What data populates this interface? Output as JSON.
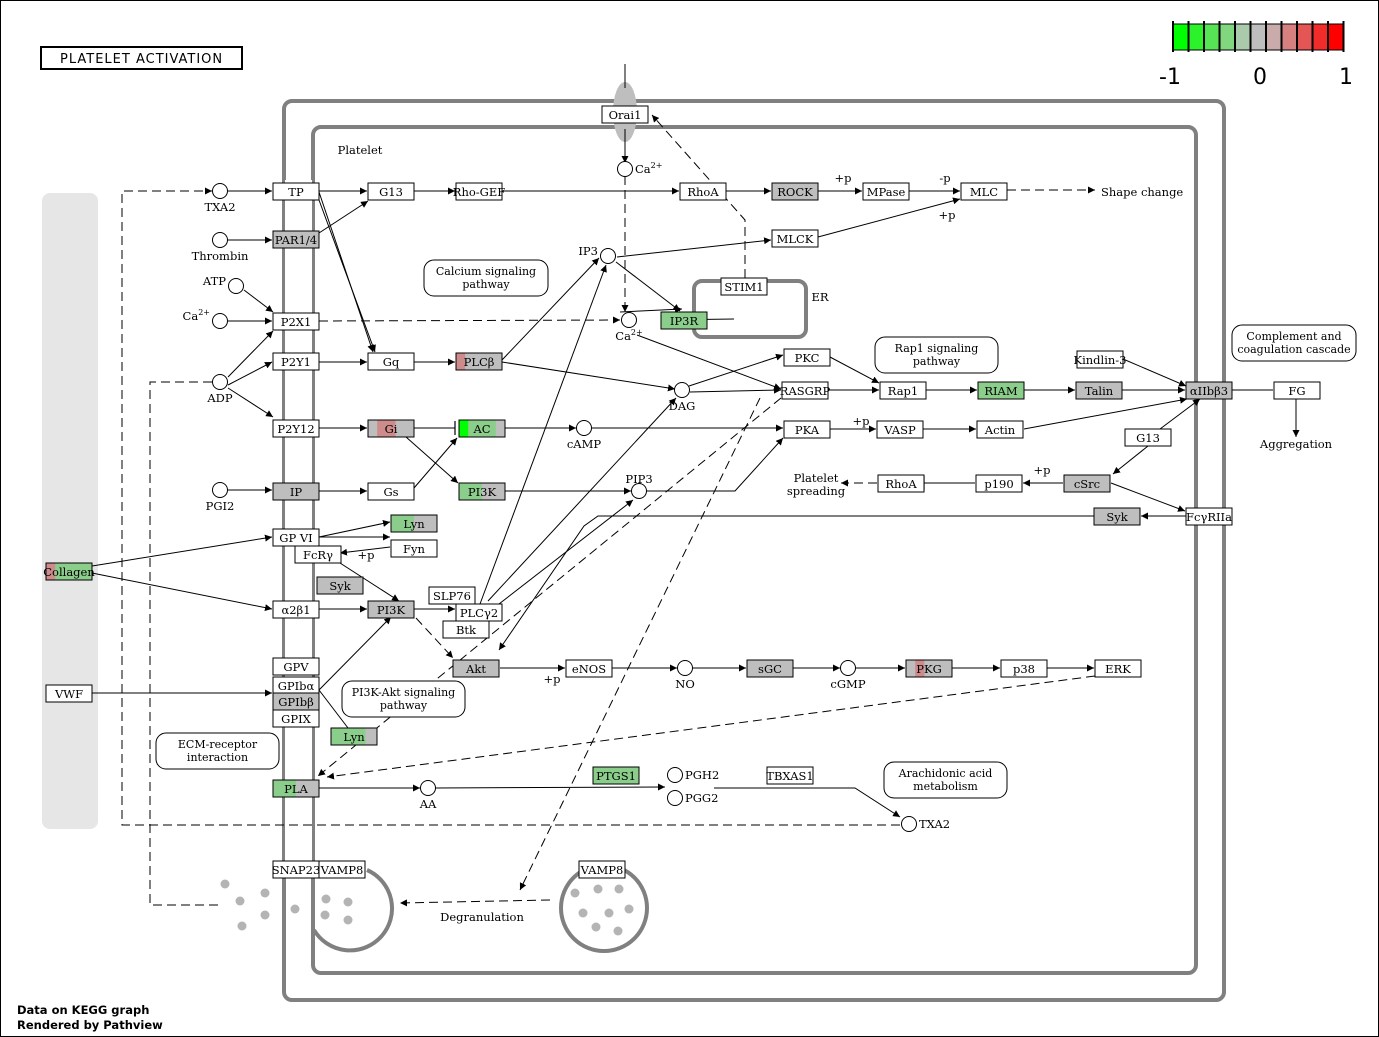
{
  "title": "PLATELET ACTIVATION",
  "colors": {
    "up": "#ff0000",
    "down": "#00ff00",
    "sig_up": "#cd8b8b",
    "sig_down": "#8bcd8b",
    "neutral": "#bebebe",
    "node_grey": "#bebebe",
    "membrane": "#808080",
    "extracell": "#e6e6e6"
  },
  "legend": {
    "min": "-1",
    "mid": "0",
    "max": "1",
    "bins": [
      "#00ff00",
      "#2bf22b",
      "#56e456",
      "#80d780",
      "#abcaab",
      "#bebebe",
      "#caabab",
      "#d78080",
      "#e45656",
      "#f22b2b",
      "#ff0000"
    ]
  },
  "compartments": {
    "cell": "Platelet",
    "er": "ER"
  },
  "genes": [
    {
      "id": "TP",
      "label": "TP",
      "colors": [
        "#ffffff"
      ]
    },
    {
      "id": "G13a",
      "label": "G13",
      "colors": [
        "#ffffff"
      ]
    },
    {
      "id": "RhoGEF",
      "label": "Rho-GEF",
      "colors": [
        "#ffffff"
      ]
    },
    {
      "id": "RhoA1",
      "label": "RhoA",
      "colors": [
        "#ffffff"
      ]
    },
    {
      "id": "ROCK",
      "label": "ROCK",
      "colors": [
        "#bebebe"
      ]
    },
    {
      "id": "MPase",
      "label": "MPase",
      "colors": [
        "#ffffff"
      ]
    },
    {
      "id": "MLC",
      "label": "MLC",
      "colors": [
        "#ffffff"
      ]
    },
    {
      "id": "PAR14",
      "label": "PAR1/4",
      "colors": [
        "#bebebe"
      ]
    },
    {
      "id": "MLCK",
      "label": "MLCK",
      "colors": [
        "#ffffff"
      ]
    },
    {
      "id": "Orai1",
      "label": "Orai1",
      "colors": [
        "#ffffff"
      ]
    },
    {
      "id": "STIM1",
      "label": "STIM1",
      "colors": [
        "#ffffff"
      ]
    },
    {
      "id": "IP3R",
      "label": "IP3R",
      "colors": [
        "#8bcd8b"
      ]
    },
    {
      "id": "P2X1",
      "label": "P2X1",
      "colors": [
        "#ffffff"
      ]
    },
    {
      "id": "P2Y1",
      "label": "P2Y1",
      "colors": [
        "#ffffff"
      ]
    },
    {
      "id": "Gq",
      "label": "Gq",
      "colors": [
        "#ffffff"
      ]
    },
    {
      "id": "PLCb",
      "label": "PLCβ",
      "colors": [
        "#cd8b8b",
        "#bebebe",
        "#bebebe",
        "#bebebe",
        "#bebebe"
      ]
    },
    {
      "id": "PKC",
      "label": "PKC",
      "colors": [
        "#ffffff"
      ]
    },
    {
      "id": "RASGRP",
      "label": "RASGRP",
      "colors": [
        "#ffffff"
      ]
    },
    {
      "id": "Rap1",
      "label": "Rap1",
      "colors": [
        "#ffffff"
      ]
    },
    {
      "id": "RIAM",
      "label": "RIAM",
      "colors": [
        "#8bcd8b"
      ]
    },
    {
      "id": "Talin",
      "label": "Talin",
      "colors": [
        "#bebebe"
      ]
    },
    {
      "id": "Kindlin3",
      "label": "Kindlin-3",
      "colors": [
        "#ffffff"
      ]
    },
    {
      "id": "aIIbb3",
      "label": "αIIbβ3",
      "colors": [
        "#bebebe"
      ]
    },
    {
      "id": "FG",
      "label": "FG",
      "colors": [
        "#ffffff"
      ]
    },
    {
      "id": "P2Y12",
      "label": "P2Y12",
      "colors": [
        "#ffffff"
      ]
    },
    {
      "id": "Gi",
      "label": "Gi",
      "colors": [
        "#bebebe",
        "#cd8b8b",
        "#cd8b8b",
        "#bebebe",
        "#bebebe"
      ]
    },
    {
      "id": "AC",
      "label": "AC",
      "colors": [
        "#00ff00",
        "#8bcd8b",
        "#8bcd8b",
        "#8bcd8b",
        "#bebebe"
      ]
    },
    {
      "id": "PKA",
      "label": "PKA",
      "colors": [
        "#ffffff"
      ]
    },
    {
      "id": "VASP",
      "label": "VASP",
      "colors": [
        "#ffffff"
      ]
    },
    {
      "id": "Actin",
      "label": "Actin",
      "colors": [
        "#ffffff"
      ]
    },
    {
      "id": "G13b",
      "label": "G13",
      "colors": [
        "#ffffff"
      ]
    },
    {
      "id": "IP",
      "label": "IP",
      "colors": [
        "#bebebe"
      ]
    },
    {
      "id": "Gs",
      "label": "Gs",
      "colors": [
        "#ffffff"
      ]
    },
    {
      "id": "PI3Ka",
      "label": "PI3K",
      "colors": [
        "#8bcd8b",
        "#bebebe"
      ]
    },
    {
      "id": "RhoA2",
      "label": "RhoA",
      "colors": [
        "#ffffff"
      ]
    },
    {
      "id": "p190",
      "label": "p190",
      "colors": [
        "#ffffff"
      ]
    },
    {
      "id": "cSrc",
      "label": "cSrc",
      "colors": [
        "#bebebe"
      ]
    },
    {
      "id": "GPVI",
      "label": "GP VI",
      "colors": [
        "#ffffff"
      ]
    },
    {
      "id": "Lyn1",
      "label": "Lyn",
      "colors": [
        "#8bcd8b",
        "#bebebe"
      ]
    },
    {
      "id": "Fyn",
      "label": "Fyn",
      "colors": [
        "#ffffff"
      ]
    },
    {
      "id": "FcRg",
      "label": "FcRγ",
      "colors": [
        "#ffffff"
      ]
    },
    {
      "id": "Syk1",
      "label": "Syk",
      "colors": [
        "#bebebe"
      ]
    },
    {
      "id": "Syk2",
      "label": "Syk",
      "colors": [
        "#bebebe"
      ]
    },
    {
      "id": "FcgRIIa",
      "label": "FcγRIIa",
      "colors": [
        "#ffffff"
      ]
    },
    {
      "id": "Collagen",
      "label": "Collagen",
      "colors": [
        "#cd8b8b",
        "#8bcd8b",
        "#8bcd8b",
        "#8bcd8b",
        "#8bcd8b"
      ]
    },
    {
      "id": "a2b1",
      "label": "α2β1",
      "colors": [
        "#ffffff"
      ]
    },
    {
      "id": "PI3Kb",
      "label": "PI3K",
      "colors": [
        "#bebebe"
      ]
    },
    {
      "id": "SLP76",
      "label": "SLP76",
      "colors": [
        "#ffffff"
      ]
    },
    {
      "id": "PLCg2",
      "label": "PLCγ2",
      "colors": [
        "#ffffff"
      ]
    },
    {
      "id": "Btk",
      "label": "Btk",
      "colors": [
        "#ffffff"
      ]
    },
    {
      "id": "Akt",
      "label": "Akt",
      "colors": [
        "#bebebe"
      ]
    },
    {
      "id": "eNOS",
      "label": "eNOS",
      "colors": [
        "#ffffff"
      ]
    },
    {
      "id": "sGC",
      "label": "sGC",
      "colors": [
        "#bebebe"
      ]
    },
    {
      "id": "PKG",
      "label": "PKG",
      "colors": [
        "#bebebe",
        "#cd8b8b",
        "#bebebe",
        "#bebebe",
        "#bebebe"
      ]
    },
    {
      "id": "p38",
      "label": "p38",
      "colors": [
        "#ffffff"
      ]
    },
    {
      "id": "ERK",
      "label": "ERK",
      "colors": [
        "#ffffff"
      ]
    },
    {
      "id": "GPV",
      "label": "GPV",
      "colors": [
        "#ffffff"
      ]
    },
    {
      "id": "GPIba",
      "label": "GPIbα",
      "colors": [
        "#ffffff"
      ]
    },
    {
      "id": "GPIbb",
      "label": "GPIbβ",
      "colors": [
        "#bebebe"
      ]
    },
    {
      "id": "GPIX",
      "label": "GPIX",
      "colors": [
        "#ffffff"
      ]
    },
    {
      "id": "VWF",
      "label": "VWF",
      "colors": [
        "#ffffff"
      ]
    },
    {
      "id": "Lyn2",
      "label": "Lyn",
      "colors": [
        "#8bcd8b",
        "#8bcd8b",
        "#8bcd8b",
        "#bebebe"
      ]
    },
    {
      "id": "PLA",
      "label": "PLA",
      "colors": [
        "#8bcd8b",
        "#bebebe"
      ]
    },
    {
      "id": "PTGS1",
      "label": "PTGS1",
      "colors": [
        "#8bcd8b"
      ]
    },
    {
      "id": "TBXAS1",
      "label": "TBXAS1",
      "colors": [
        "#ffffff"
      ]
    },
    {
      "id": "SNAP23",
      "label": "SNAP23",
      "colors": [
        "#ffffff"
      ]
    },
    {
      "id": "VAMP8a",
      "label": "VAMP8",
      "colors": [
        "#ffffff"
      ]
    },
    {
      "id": "VAMP8b",
      "label": "VAMP8",
      "colors": [
        "#ffffff"
      ]
    }
  ],
  "compounds": [
    {
      "id": "TXA2a",
      "label": "TXA2"
    },
    {
      "id": "Thrombin",
      "label": "Thrombin"
    },
    {
      "id": "ATP",
      "label": "ATP"
    },
    {
      "id": "Ca_ext",
      "label": "Ca2+"
    },
    {
      "id": "ADP",
      "label": "ADP"
    },
    {
      "id": "PGI2",
      "label": "PGI2"
    },
    {
      "id": "Ca_top",
      "label": "Ca2+"
    },
    {
      "id": "IP3",
      "label": "IP3"
    },
    {
      "id": "Ca_cyt",
      "label": "Ca2+"
    },
    {
      "id": "DAG",
      "label": "DAG"
    },
    {
      "id": "cAMP",
      "label": "cAMP"
    },
    {
      "id": "PIP3",
      "label": "PIP3"
    },
    {
      "id": "NO",
      "label": "NO"
    },
    {
      "id": "cGMP",
      "label": "cGMP"
    },
    {
      "id": "AA",
      "label": "AA"
    },
    {
      "id": "PGH2",
      "label": "PGH2"
    },
    {
      "id": "PGG2",
      "label": "PGG2"
    },
    {
      "id": "TXA2b",
      "label": "TXA2"
    }
  ],
  "pathways": [
    {
      "id": "calcium",
      "lines": [
        "Calcium signaling",
        "pathway"
      ]
    },
    {
      "id": "rap1",
      "lines": [
        "Rap1 signaling",
        "pathway"
      ]
    },
    {
      "id": "complement",
      "lines": [
        "Complement and",
        "coagulation cascade"
      ]
    },
    {
      "id": "pi3kakt",
      "lines": [
        "PI3K-Akt signaling",
        "pathway"
      ]
    },
    {
      "id": "ecm",
      "lines": [
        "ECM-receptor",
        "interaction"
      ]
    },
    {
      "id": "arachidonic",
      "lines": [
        "Arachidonic acid",
        "metabolism"
      ]
    }
  ],
  "outcomes": {
    "shape_change": "Shape change",
    "aggregation": "Aggregation",
    "platelet_spreading": [
      "Platelet",
      "spreading"
    ],
    "degranulation": "Degranulation"
  },
  "edge_labels": {
    "plus_p": "+p",
    "minus_p": "-p"
  },
  "credits": {
    "line1": "Data on KEGG graph",
    "line2": "Rendered by  Pathview"
  }
}
